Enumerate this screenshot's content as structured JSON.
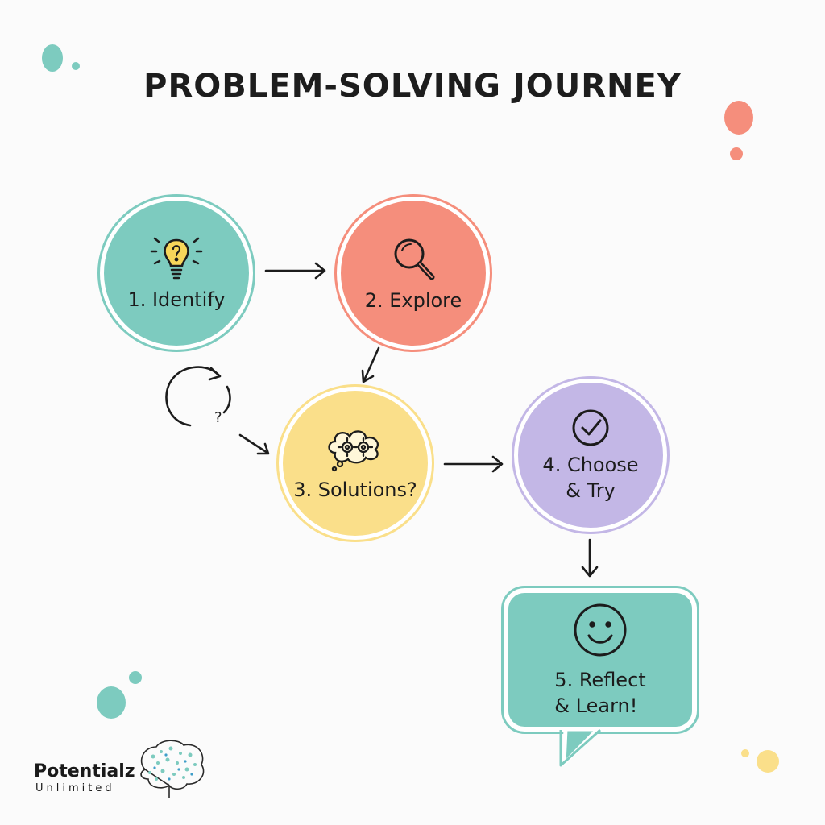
{
  "title": "PROBLEM-SOLVING JOURNEY",
  "steps": [
    {
      "label": "1. Identify",
      "icon": "lightbulb-question-icon",
      "color": "#7dcbbf"
    },
    {
      "label": "2. Explore",
      "icon": "magnifying-glass-icon",
      "color": "#f58e7c"
    },
    {
      "label": "3. Solutions?",
      "icon": "thought-gears-icon",
      "color": "#fadf8a"
    },
    {
      "label": "4. Choose\n& Try",
      "icon": "check-circle-icon",
      "color": "#c3b7e6"
    },
    {
      "label": "5. Reflect\n& Learn!",
      "icon": "smiley-face-icon",
      "color": "#7dcbbf"
    }
  ],
  "loop_symbol": "?",
  "logo": {
    "name": "Potentialz",
    "tagline": "Unlimited",
    "icon": "brain-tree-icon"
  }
}
